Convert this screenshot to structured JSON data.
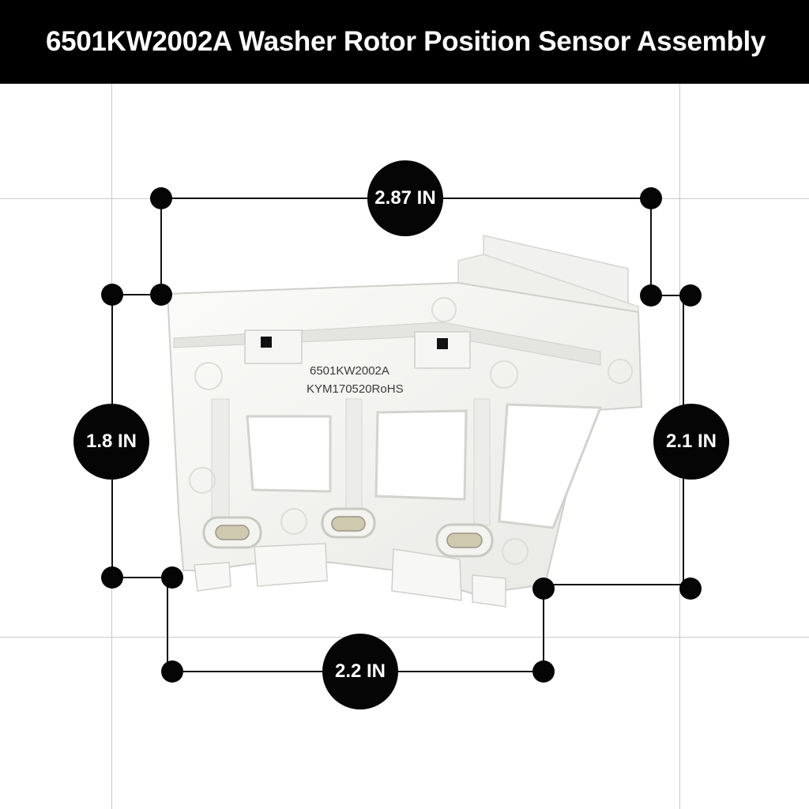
{
  "title": "6501KW2002A Washer Rotor Position Sensor Assembly",
  "part_label": {
    "line1": "6501KW2002A",
    "line2": "KYM170520RoHS"
  },
  "dimensions": {
    "top_width": "2.87 IN",
    "left_height": "1.8 IN",
    "right_height": "2.1 IN",
    "bottom_width": "2.2 IN"
  },
  "colors": {
    "title_bg": "#000000",
    "title_text": "#ffffff",
    "badge": "#050505",
    "part": "#f4f4f2"
  }
}
